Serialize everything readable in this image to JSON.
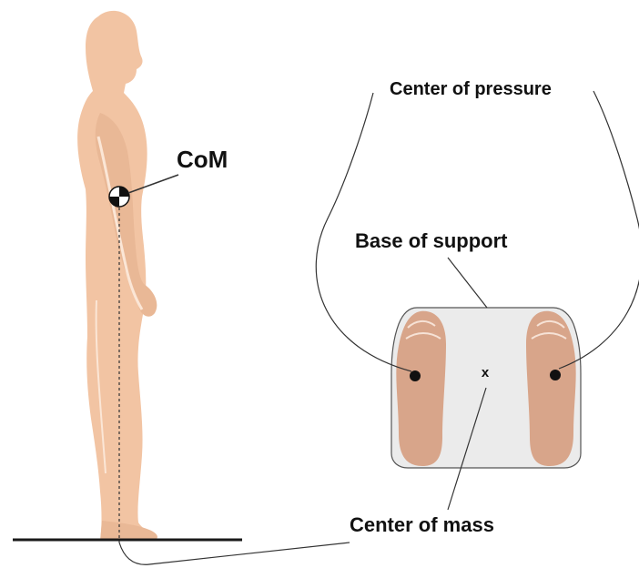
{
  "labels": {
    "com_short": "CoM",
    "center_of_pressure": "Center of pressure",
    "base_of_support": "Base of support",
    "center_of_mass": "Center of mass",
    "mass_marker": "x"
  },
  "colors": {
    "skin": "#f2c4a3",
    "skin_dark": "#e3ae8c",
    "foot": "#d8a58a",
    "base_fill": "#ebebeb",
    "line": "#333333",
    "ground": "#1a1a1a"
  }
}
